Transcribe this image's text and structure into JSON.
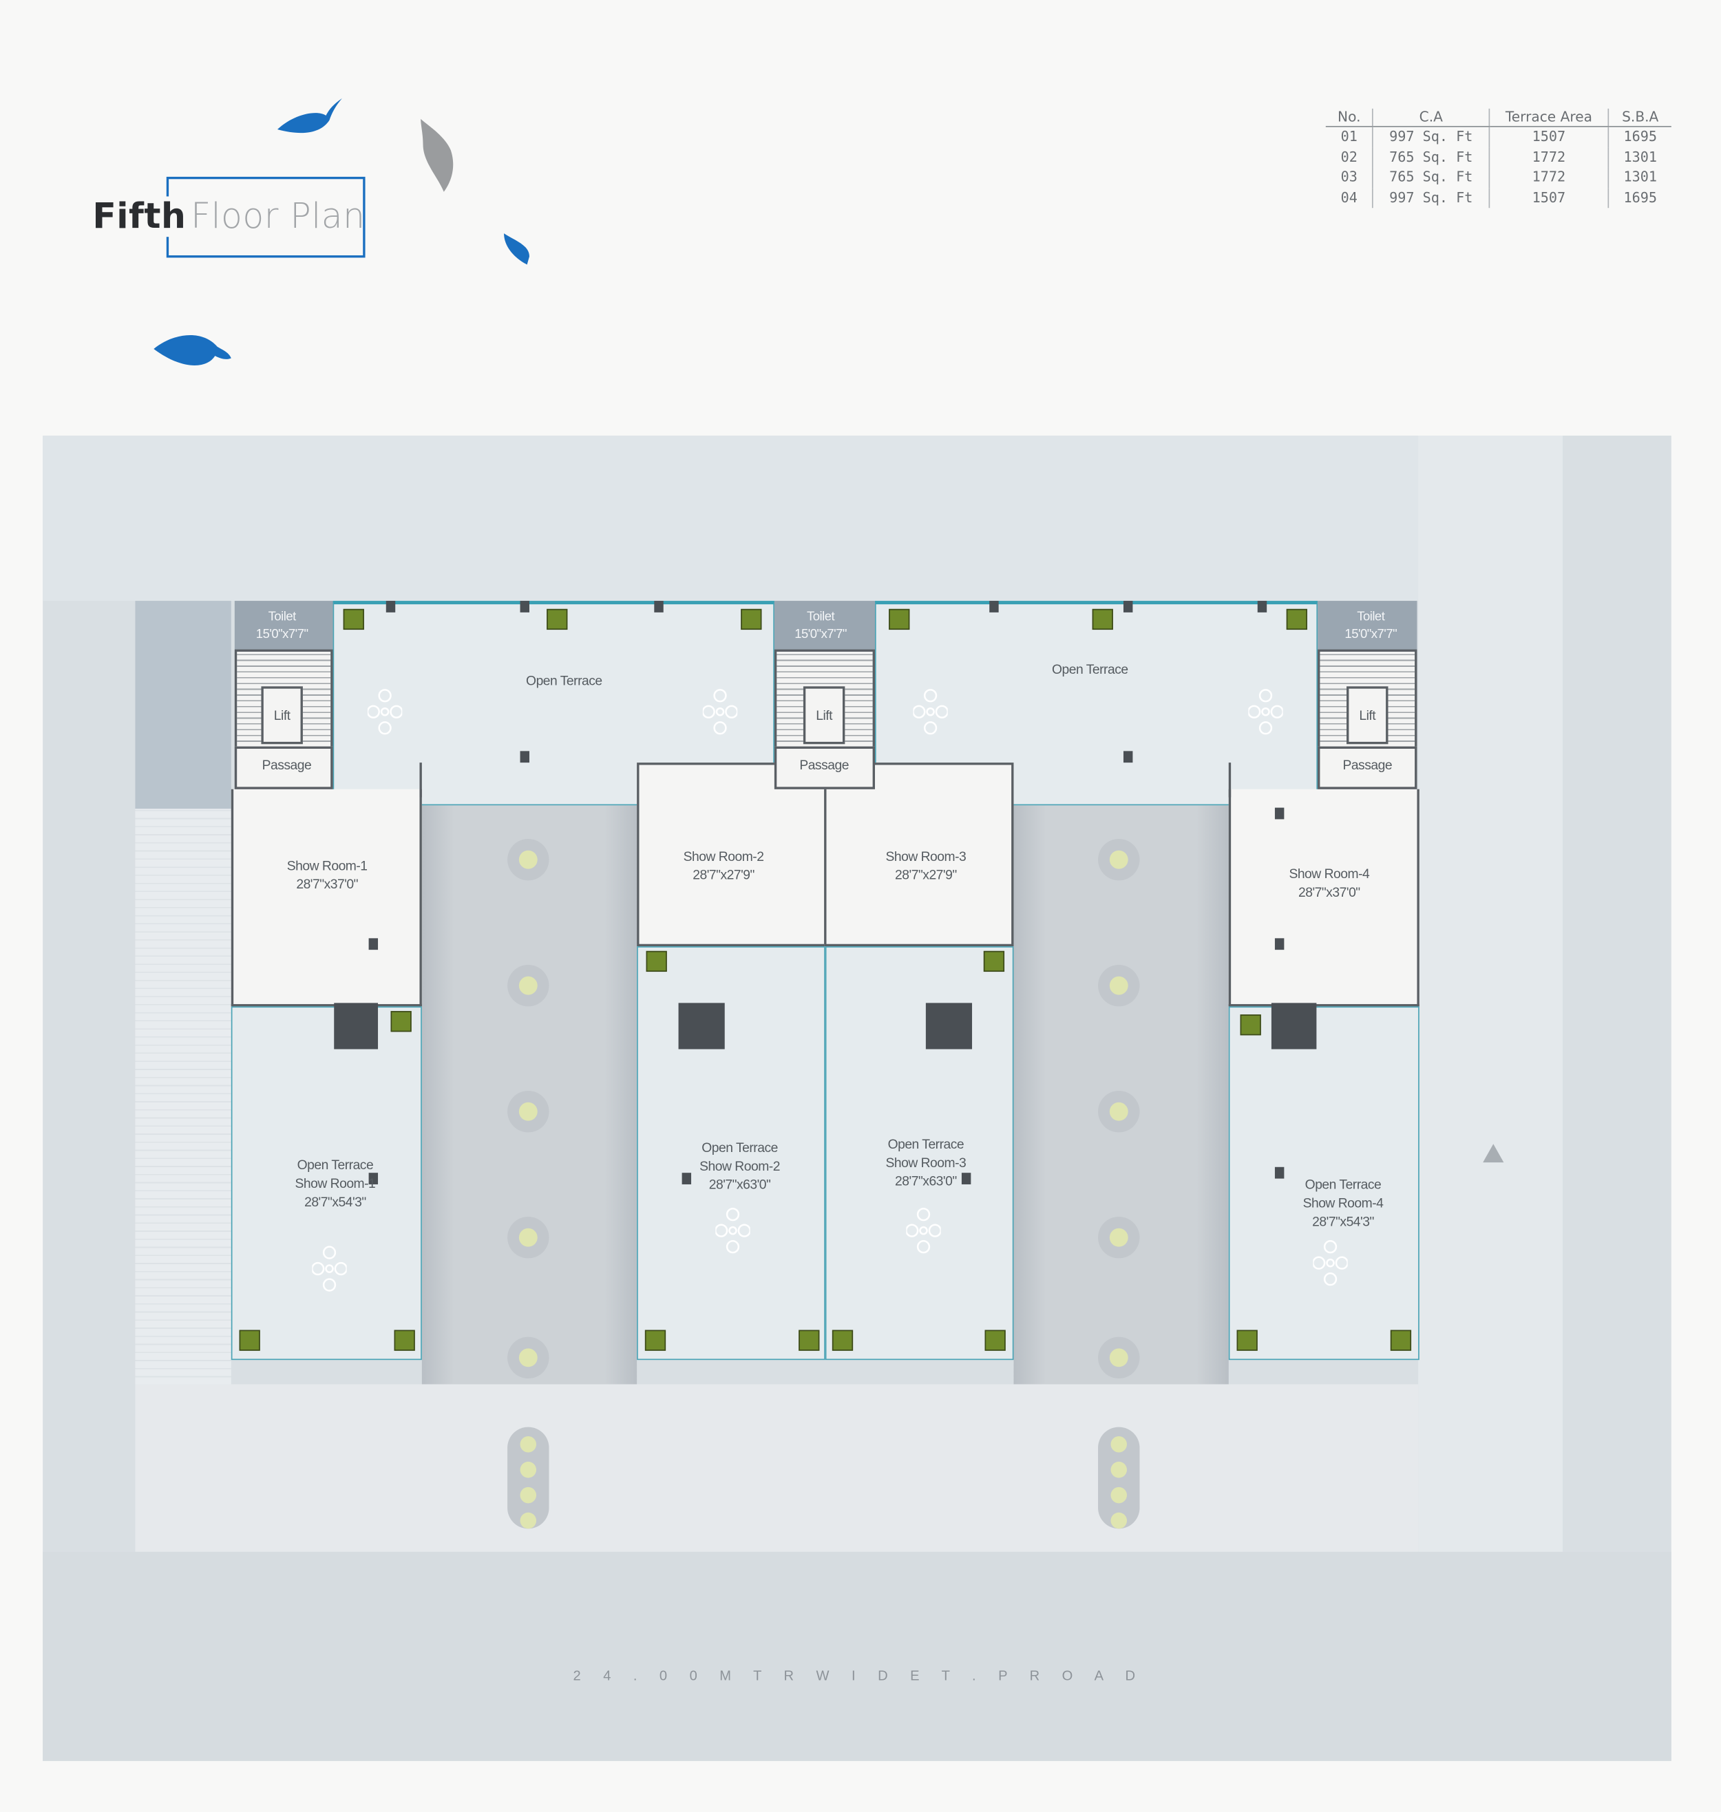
{
  "title": {
    "bold": "Fifth",
    "light": "Floor Plan"
  },
  "area_table": {
    "headers": [
      "No.",
      "C.A",
      "Terrace Area",
      "S.B.A"
    ],
    "rows": [
      [
        "01",
        "997 Sq. Ft",
        "1507",
        "1695"
      ],
      [
        "02",
        "765 Sq. Ft",
        "1772",
        "1301"
      ],
      [
        "03",
        "765 Sq. Ft",
        "1772",
        "1301"
      ],
      [
        "04",
        "997 Sq. Ft",
        "1507",
        "1695"
      ]
    ]
  },
  "plan": {
    "toilet": {
      "name": "Toilet",
      "size": "15'0\"x7'7\""
    },
    "lift": "Lift",
    "passage": "Passage",
    "open_terrace": "Open Terrace",
    "showrooms": [
      {
        "name": "Show Room-1",
        "size": "28'7\"x37'0\""
      },
      {
        "name": "Show Room-2",
        "size": "28'7\"x27'9\""
      },
      {
        "name": "Show Room-3",
        "size": "28'7\"x27'9\""
      },
      {
        "name": "Show Room-4",
        "size": "28'7\"x37'0\""
      }
    ],
    "terraces": [
      {
        "line1": "Open Terrace",
        "line2": "Show Room-1",
        "size": "28'7\"x54'3\""
      },
      {
        "line1": "Open Terrace",
        "line2": "Show Room-2",
        "size": "28'7\"x63'0\""
      },
      {
        "line1": "Open Terrace",
        "line2": "Show Room-3",
        "size": "28'7\"x63'0\""
      },
      {
        "line1": "Open Terrace",
        "line2": "Show Room-4",
        "size": "28'7\"x54'3\""
      }
    ],
    "road": "2 4 . 0 0 M T R W I D E T . P R O A D"
  },
  "colors": {
    "accent": "#1a6fc0",
    "leaf_gray": "#9a9c9e",
    "site": "#d8dde1",
    "terrace_edge": "#4aa3b5"
  }
}
